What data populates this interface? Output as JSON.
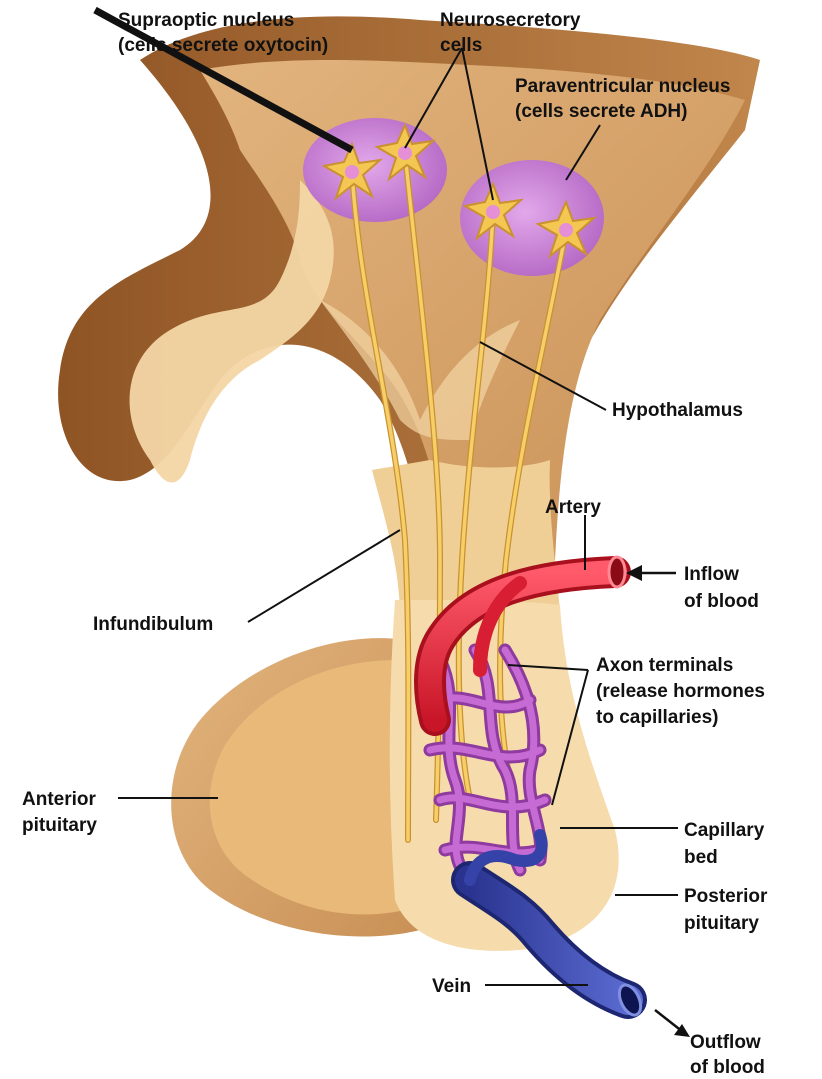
{
  "labels": {
    "supraoptic": [
      "Supraoptic nucleus",
      "(cells secrete oxytocin)"
    ],
    "neurosecretory": [
      "Neurosecretory",
      "cells"
    ],
    "paraventricular": [
      "Paraventricular nucleus",
      "(cells secrete ADH)"
    ],
    "hypothalamus": "Hypothalamus",
    "artery": "Artery",
    "inflow": [
      "Inflow",
      "of blood"
    ],
    "infundibulum": "Infundibulum",
    "axon_terminals": [
      "Axon terminals",
      "(release hormones",
      "to capillaries)"
    ],
    "anterior_pituitary": [
      "Anterior",
      "pituitary"
    ],
    "capillary_bed": [
      "Capillary",
      "bed"
    ],
    "posterior_pituitary": [
      "Posterior",
      "pituitary"
    ],
    "vein": "Vein",
    "outflow": [
      "Outflow",
      "of blood"
    ]
  },
  "colors": {
    "tissue_dark": "#a96a34",
    "tissue_mid": "#d9a66b",
    "tissue_light": "#f6dcad",
    "nucleus": "#c77fd2",
    "neuron": "#f4c652",
    "artery": "#e3213a",
    "vein": "#3543a8",
    "capillary": "#b04fc0"
  }
}
